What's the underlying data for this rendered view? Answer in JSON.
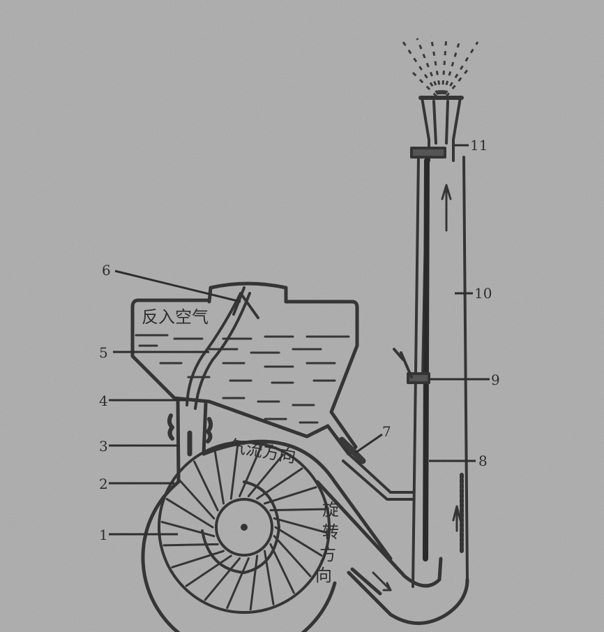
{
  "diagram": {
    "labels": {
      "l1": "1",
      "l2": "2",
      "l3": "3",
      "l4": "4",
      "l5": "5",
      "l6": "6",
      "l7": "7",
      "l8": "8",
      "l9": "9",
      "l10": "10",
      "l11": "11"
    },
    "annotations": {
      "air_in": "反入空气",
      "airflow_direction": "气流方向",
      "rotation_direction": [
        "旋",
        "转",
        "方",
        "向"
      ]
    },
    "colors": {
      "background": "#aaaaaa",
      "ink": "#353535"
    }
  }
}
